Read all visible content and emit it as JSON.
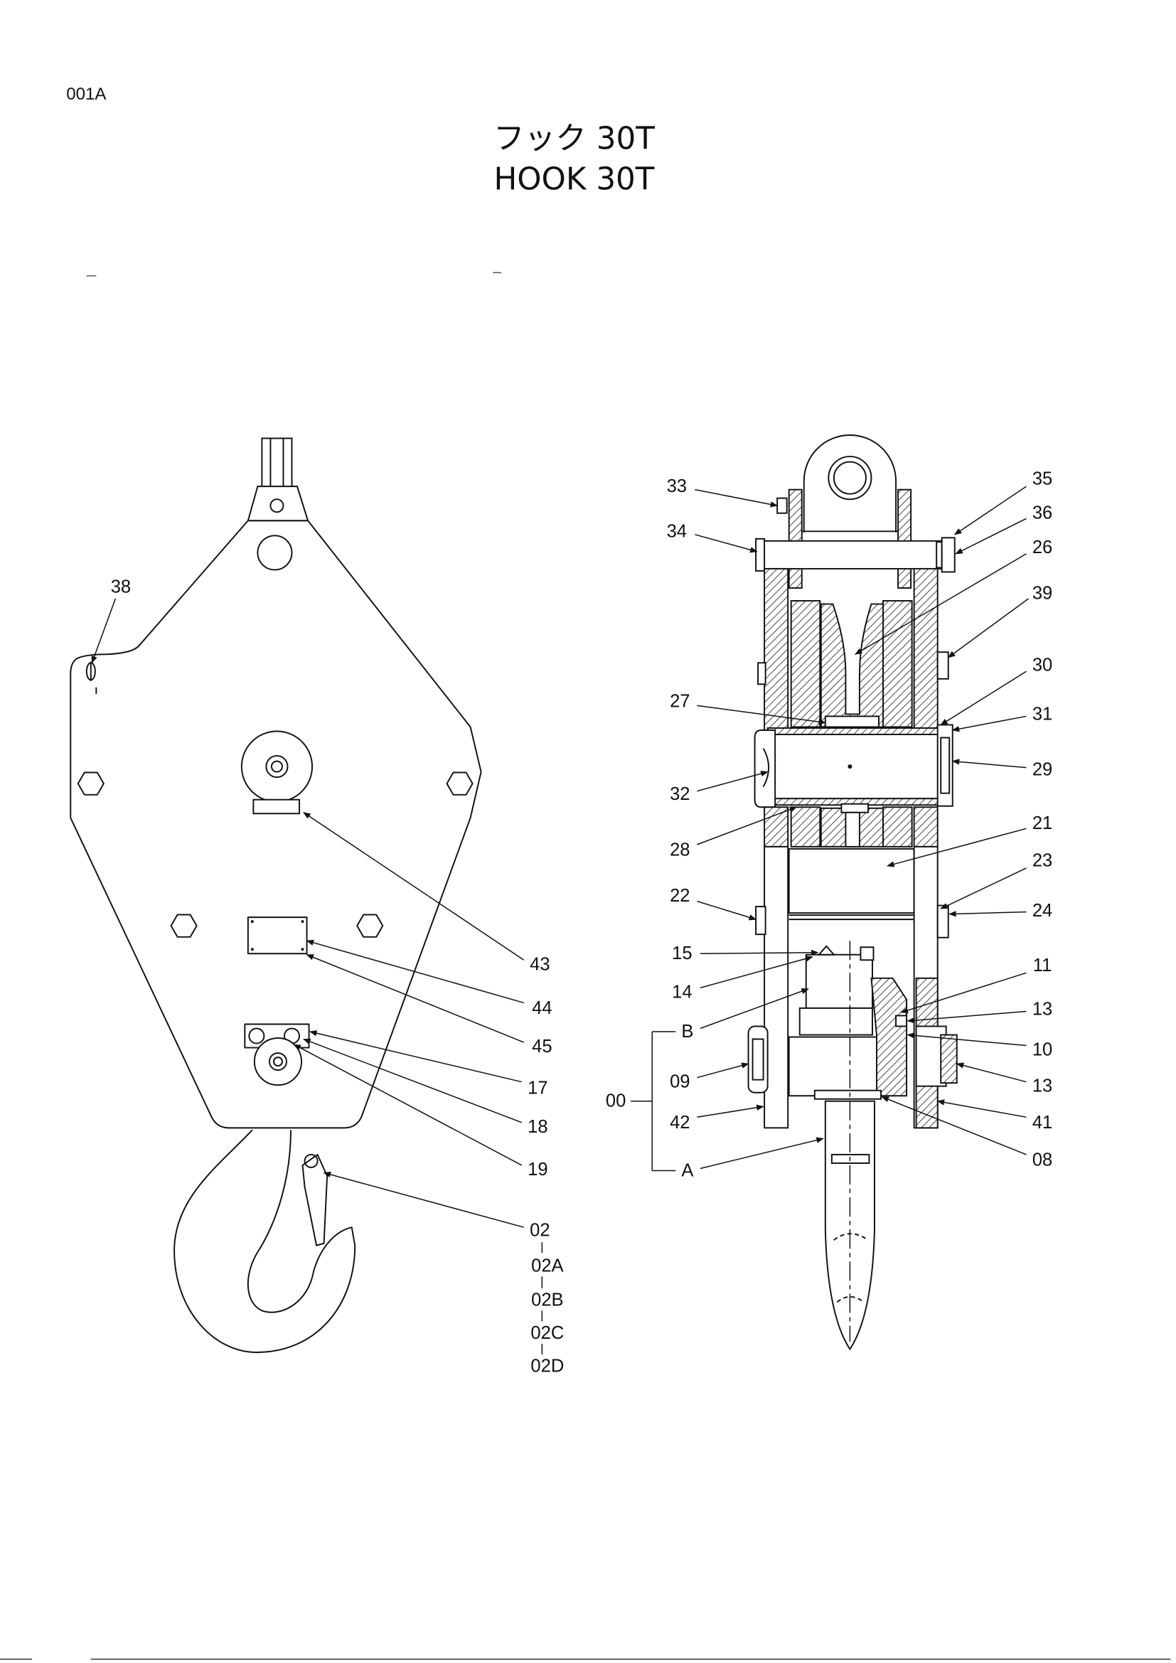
{
  "page_code": "001A",
  "title_jp": "フック 30T",
  "title_en": "HOOK 30T",
  "side_view": {
    "callouts": [
      "38",
      "43",
      "44",
      "45",
      "17",
      "18",
      "19",
      "02",
      "02A",
      "02B",
      "02C",
      "02D"
    ]
  },
  "section_view": {
    "callouts": [
      "33",
      "34",
      "35",
      "36",
      "26",
      "39",
      "30",
      "27",
      "31",
      "29",
      "32",
      "28",
      "21",
      "23",
      "22",
      "24",
      "15",
      "11",
      "14",
      "13",
      "B",
      "10",
      "09",
      "13",
      "00",
      "42",
      "41",
      "08",
      "A"
    ]
  }
}
